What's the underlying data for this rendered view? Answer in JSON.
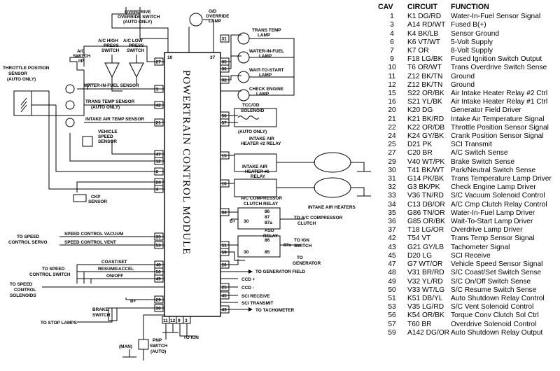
{
  "module_title": "POWERTRAIN CONTROL MODULE",
  "table": {
    "headers": [
      "CAV",
      "CIRCUIT",
      "FUNCTION"
    ],
    "rows": [
      [
        "1",
        "K1 DG/RD",
        "Water-In-Fuel Sensor  Signal"
      ],
      [
        "3",
        "A14 RD/WT",
        "Fused B(+)"
      ],
      [
        "4",
        "K4 BK/LB",
        "Sensor Ground"
      ],
      [
        "6",
        "K6 VT/WT",
        "5-Volt Supply"
      ],
      [
        "7",
        "K7 OR",
        "8-Volt Supply"
      ],
      [
        "9",
        "F18 LG/BK",
        "Fused Ignition Switch Output"
      ],
      [
        "10",
        "T6 OR/WT",
        "Trans Overdrive Switch Sense"
      ],
      [
        "11",
        "Z12 BK/TN",
        "Ground"
      ],
      [
        "12",
        "Z12 BK/TN",
        "Ground"
      ],
      [
        "15",
        "S22 OR/BK",
        "Air Intake Heater Relay #2 Ctrl"
      ],
      [
        "16",
        "S21 YL/BK",
        "Air Intake Heater Relay #1 Ctrl"
      ],
      [
        "20",
        "K20 DG",
        "Generator Field Driver"
      ],
      [
        "21",
        "K21 BK/RD",
        "Intake Air Temperature Signal"
      ],
      [
        "22",
        "K22 OR/DB",
        "Throttle Position Sensor Signal"
      ],
      [
        "24",
        "K24 GY/BK",
        "Crank Position Sensor Signal"
      ],
      [
        "25",
        "D21 PK",
        "SCI Transmit"
      ],
      [
        "27",
        "C20 BR",
        "A/C Switch Sense"
      ],
      [
        "29",
        "V40 WT/PK",
        "Brake Switch Sense"
      ],
      [
        "30",
        "T41 BK/WT",
        "Park/Neutral Switch Sense"
      ],
      [
        "31",
        "G14 PK/BK",
        "Trans Temperature Lamp Driver"
      ],
      [
        "32",
        "G3 BK/PK",
        "Check Engine Lamp Driver"
      ],
      [
        "33",
        "V36 TN/RD",
        "S/C Vacuum Solenoid Control"
      ],
      [
        "34",
        "C13 DB/OR",
        "A/C Cmp Clutch Relay Control"
      ],
      [
        "35",
        "G86 TN/OR",
        "Water-In-Fuel Lamp Driver"
      ],
      [
        "36",
        "G85 OR/BK",
        "Wait-To-Start Lamp Driver"
      ],
      [
        "37",
        "T18 LG/OR",
        "Overdrive Lamp Driver"
      ],
      [
        "42",
        "T54 VT",
        "Trans Temp Sensor Signal"
      ],
      [
        "43",
        "G21 GY/LB",
        "Tachometer Signal"
      ],
      [
        "45",
        "D20 LG",
        "SCI Receive"
      ],
      [
        "47",
        "G7 WT/OR",
        "Vehicle Speed Sensor Signal"
      ],
      [
        "48",
        "V31 BR/RD",
        "S/C Coast/Set Switch Sense"
      ],
      [
        "49",
        "V32 YL/RD",
        "S/C On/Off Switch Sense"
      ],
      [
        "50",
        "V33 WT/LG",
        "S/C Resume Switch Sense"
      ],
      [
        "51",
        "K51 DB/YL",
        "Auto Shutdown Relay Control"
      ],
      [
        "53",
        "V35 LG/RD",
        "S/C Vent Solenoid Control"
      ],
      [
        "56",
        "K54 OR/BK",
        "Torque Conv Clutch Sol Ctrl"
      ],
      [
        "57",
        "T60 BR",
        "Overdrive Solenoid Control"
      ],
      [
        "59",
        "A142 DG/OR",
        "Auto Shutdown Relay Output"
      ]
    ]
  },
  "labels": {
    "tps": [
      "THROTTLE POSITION",
      "SENSOR",
      "(AUTO ONLY)"
    ],
    "ac_switch": [
      "A/C",
      "SWITCH",
      "I/P"
    ],
    "ac_high": [
      "A/C HIGH",
      "PRESS",
      "SWITCH"
    ],
    "ac_low": [
      "A/C LOW",
      "PRESS",
      "SWITCH"
    ],
    "od_switch": [
      "OVERDRIVE",
      "OVERRIDE SWITCH",
      "(AUTO ONLY)"
    ],
    "od_lamp": [
      "O/D",
      "OVERRIDE",
      "LAMP"
    ],
    "wif_sensor": "WATER-IN-FUEL SENSOR",
    "trans_temp_sensor": [
      "TRANS TEMP SENSOR",
      "(AUTO ONLY)"
    ],
    "iat_sensor": "INTAKE AIR TEMP SENSOR",
    "vss": [
      "VEHICLE",
      "SPEED",
      "SENSOR"
    ],
    "ckp": [
      "CKP",
      "SENSOR"
    ],
    "trans_temp_lamp": [
      "TRANS TEMP",
      "LAMP"
    ],
    "wif_lamp": [
      "WATER-IN-FUEL",
      "LAMP"
    ],
    "wts_lamp": [
      "WAIT-TO-START",
      "LAMP"
    ],
    "ce_lamp": [
      "CHECK ENGINE",
      "LAMP"
    ],
    "tcc": [
      "TCC/OD",
      "SOLENOID"
    ],
    "auto_only": "(AUTO ONLY)",
    "relay2": [
      "INTAKE AIR",
      "HEATER #2 RELAY"
    ],
    "relay1": [
      "INTAKE AIR",
      "HEATER #1",
      "RELAY"
    ],
    "heaters": "INTAKE AIR HEATERS",
    "ac_relay": [
      "A/C COMPRESSOR",
      "CLUTCH RELAY"
    ],
    "ac_clutch": [
      "TO A/C COMPRESSOR",
      "CLUTCH"
    ],
    "asd": [
      "ASD",
      "RELAY"
    ],
    "b_plus": "B+",
    "to_ign_switch": [
      "TO IGN",
      "SWITCH"
    ],
    "to_generator": [
      "TO",
      "GENERATOR"
    ],
    "to_gen_field": "TO GENERATOR FIELD",
    "ccd_plus": "CCD +",
    "ccd_minus": "CCD -",
    "sci_receive": "SCI RECEIVE",
    "sci_transmit": "SCI TRANSMIT",
    "to_tach": "TO TACHOMETER",
    "to_servo": [
      "TO SPEED",
      "CONTROL SERVO"
    ],
    "sc_vacuum": "SPEED CONTROL VACUUM",
    "sc_vent": "SPEED CONTROL VENT",
    "coast": "COAST/SET",
    "resume": "RESUME/ACCEL",
    "onoff": "ON/OFF",
    "to_sc_switch": [
      "TO SPEED",
      "CONTROL SWITCH"
    ],
    "to_sc_solenoids": [
      "TO SPEED",
      "CONTROL",
      "SOLENOIDS"
    ],
    "brake": [
      "BRAKE",
      "SWITCH"
    ],
    "stop_lamps": "TO STOP LAMPS",
    "man": "(MAN)",
    "pnp": [
      "PNP",
      "SWITCH",
      "(AUTO)"
    ],
    "to_ign": "TO IGN"
  },
  "pins": {
    "top": [
      "10",
      "37"
    ],
    "left": [
      "27",
      "1",
      "42",
      "21",
      "47",
      "12",
      "6",
      "24",
      "4",
      "33",
      "53",
      "48",
      "50",
      "49",
      "29",
      "30"
    ],
    "right": [
      "31",
      "35",
      "36",
      "32",
      "56",
      "57",
      "15",
      "16",
      "34",
      "51",
      "59",
      "20",
      "25",
      "45",
      "43"
    ],
    "bottom": [
      "11",
      "12",
      "9",
      "3"
    ],
    "relay_contacts": [
      "86",
      "87",
      "87a",
      "85",
      "30"
    ]
  }
}
